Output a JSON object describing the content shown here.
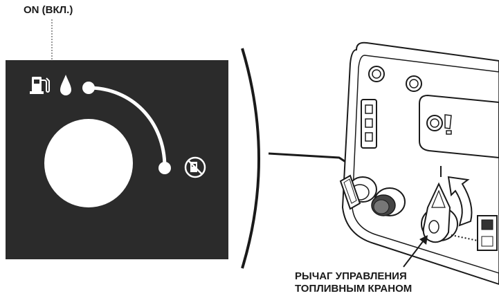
{
  "labels": {
    "on_position": "ON (ВКЛ.)",
    "fuel_lever_line1": "РЫЧАГ УПРАВЛЕНИЯ",
    "fuel_lever_line2": "ТОПЛИВНЫМ КРАНОМ"
  },
  "icons": {
    "on_symbol": "fuel-pump-icon",
    "fuel_drop": "fuel-drop-icon",
    "off_symbol": "fuel-pump-crossed-icon"
  },
  "colors": {
    "panel": "#2b2b2b",
    "line": "#1a1a1a",
    "symbol": "#ffffff"
  }
}
